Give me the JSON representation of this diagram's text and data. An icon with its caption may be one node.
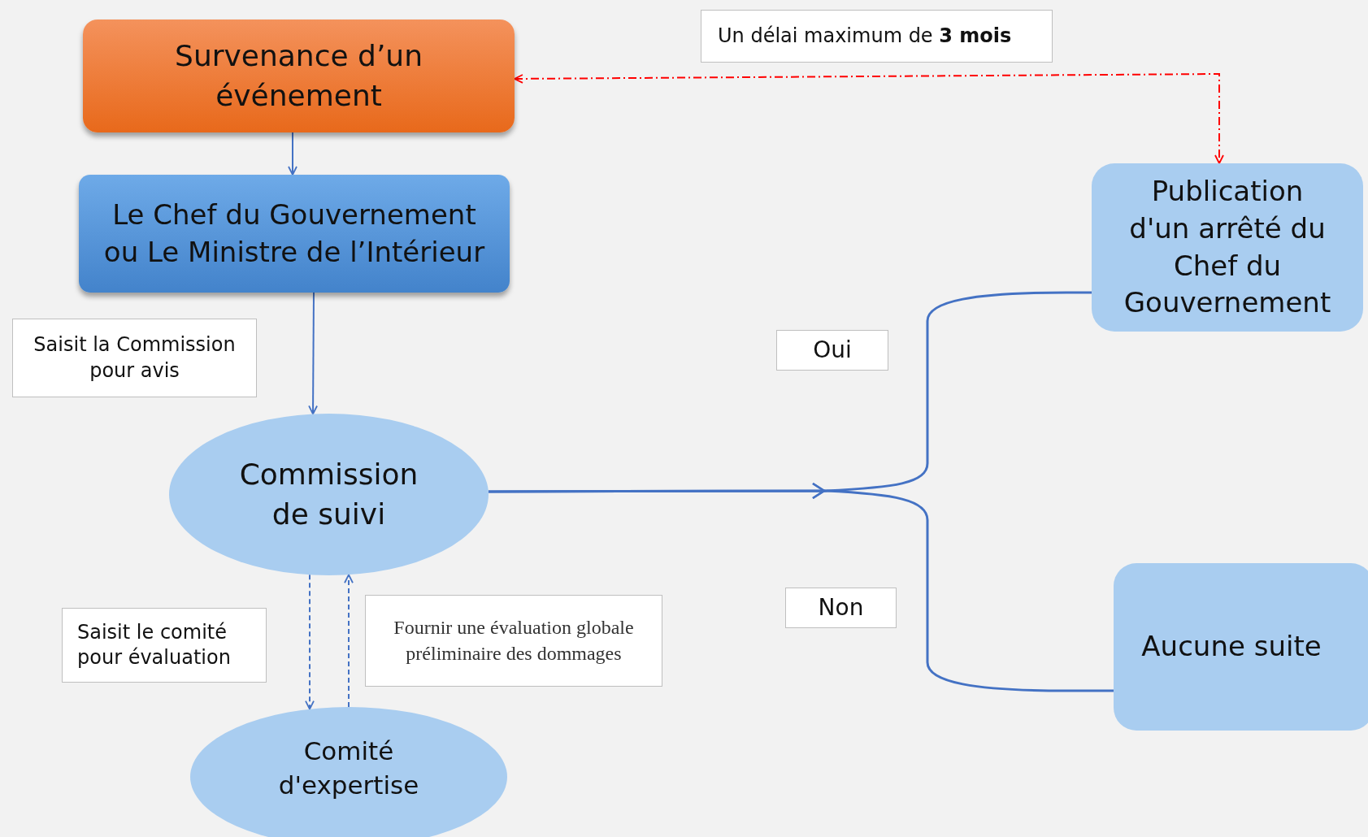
{
  "diagram": {
    "nodes": [
      {
        "text": [
          "Survenance d’un événement"
        ]
      },
      {
        "text": [
          "Le Chef du Gouvernement ou Le Ministre de l’Intérieur"
        ]
      },
      {
        "text": [
          "Commission de suivi"
        ]
      },
      {
        "text": [
          "Comité d'expertise"
        ]
      },
      {
        "text": [
          "Publication d'un arrêté du Chef du Gouvernement"
        ]
      },
      {
        "text": [
          "Aucune suite"
        ]
      }
    ],
    "edges": [
      {
        "from": 0,
        "to": 1,
        "arrow": "to"
      },
      {
        "from": 1,
        "to": 2,
        "arrow": "to",
        "label": "Saisit la Commission pour avis"
      },
      {
        "from": 2,
        "to": 3,
        "arrow": "to",
        "style": "dashed",
        "label": "Saisit le comité pour évaluation"
      },
      {
        "from": 3,
        "to": 2,
        "arrow": "to",
        "style": "dashed",
        "label": "Fournir une évaluation globale préliminaire des dommages"
      },
      {
        "from": 2,
        "to": 4,
        "arrow": "to",
        "label": "Oui"
      },
      {
        "from": 2,
        "to": 5,
        "arrow": "to",
        "label": "Non"
      },
      {
        "from": 0,
        "to": 4,
        "arrow": "both",
        "style": "dashed",
        "color": "#ff0000",
        "label": "Un délai maximum de **3 mois**"
      }
    ]
  }
}
